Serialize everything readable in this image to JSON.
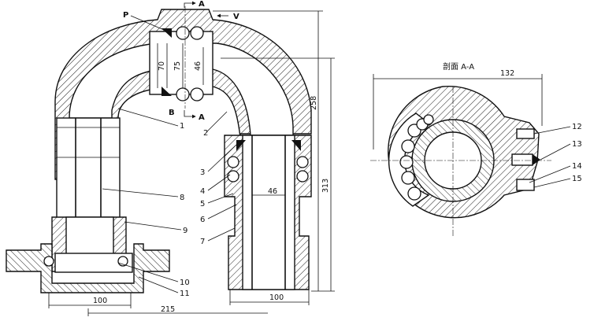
{
  "main_view": {
    "section_mark": "A",
    "view_mark": "V",
    "callouts": {
      "P": "P",
      "B": "B",
      "one": "1",
      "two": "2",
      "three": "3",
      "four": "4",
      "five": "5",
      "six": "6",
      "seven": "7",
      "eight": "8",
      "nine": "9",
      "ten": "10",
      "eleven": "11"
    },
    "dimensions": {
      "d70": "70",
      "d75": "75",
      "d46_top": "46",
      "d46_outlet": "46",
      "h258": "258",
      "h313": "313",
      "w100_left": "100",
      "w100_right": "100",
      "w215": "215"
    }
  },
  "section_view": {
    "title": "剖面 A-A",
    "width_dim": "132",
    "callouts": {
      "twelve": "12",
      "thirteen": "13",
      "fourteen": "14",
      "fifteen": "15"
    }
  }
}
